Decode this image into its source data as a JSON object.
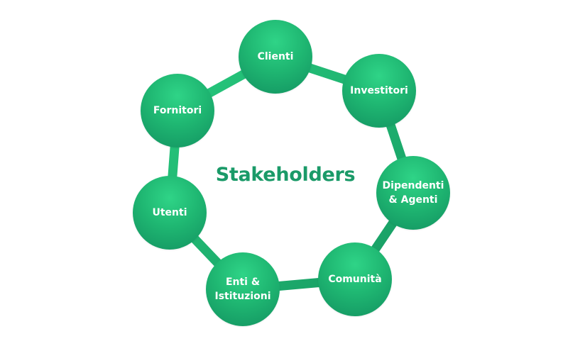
{
  "diagram": {
    "center_label": "Stakeholders",
    "nodes": [
      {
        "id": "clienti",
        "label": "Clienti"
      },
      {
        "id": "investitori",
        "label": "Investitori"
      },
      {
        "id": "dipendenti",
        "label": "Dipendenti\n& Agenti"
      },
      {
        "id": "comunita",
        "label": "Comunità"
      },
      {
        "id": "enti",
        "label": "Enti &\nIstituzioni"
      },
      {
        "id": "utenti",
        "label": "Utenti"
      },
      {
        "id": "fornitori",
        "label": "Fornitori"
      }
    ],
    "colors": {
      "ring": "#20b170",
      "node_light": "#2fd487",
      "node_dark": "#129160",
      "title": "#1a9a68",
      "node_text": "#ffffff"
    }
  }
}
